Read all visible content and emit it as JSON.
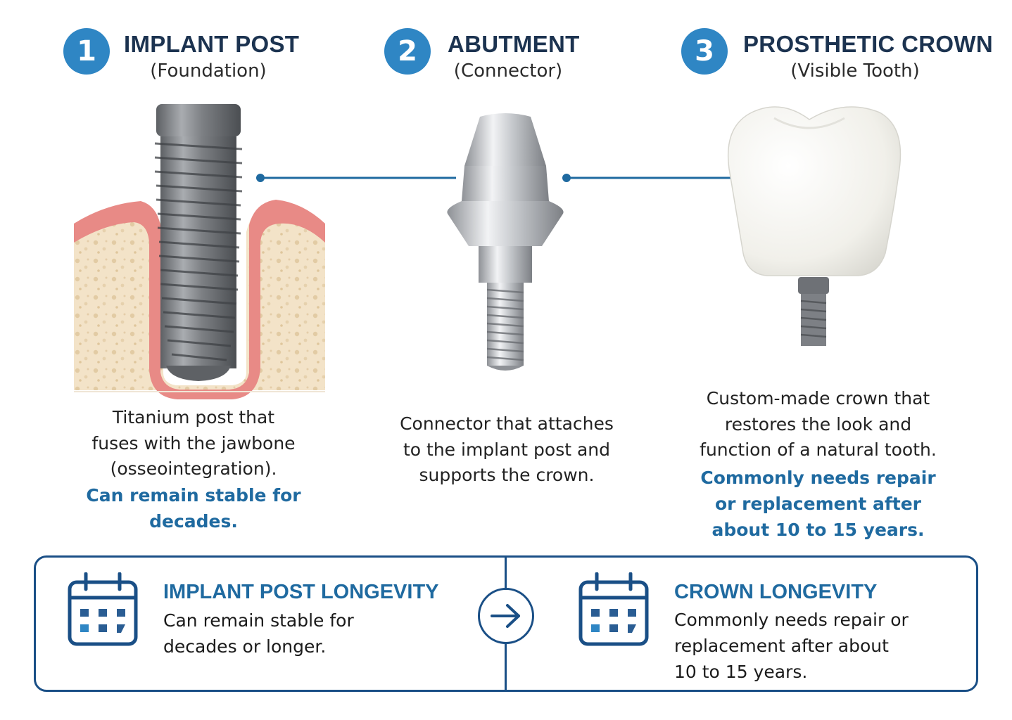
{
  "components": [
    {
      "number": "1",
      "title": "IMPLANT POST",
      "subtitle": "(Foundation)",
      "description": [
        "Titanium post that",
        "fuses with the jawbone",
        "(osseointegration)."
      ],
      "highlight": [
        "Can remain stable for",
        "decades."
      ]
    },
    {
      "number": "2",
      "title": "ABUTMENT",
      "subtitle": "(Connector)",
      "description": [
        "Connector that attaches",
        "to the implant post and",
        "supports the crown."
      ],
      "highlight": []
    },
    {
      "number": "3",
      "title": "PROSTHETIC CROWN",
      "subtitle": "(Visible Tooth)",
      "description": [
        "Custom-made crown that",
        "restores the look and",
        "function of a natural tooth."
      ],
      "highlight": [
        "Commonly needs repair",
        "or replacement after",
        "about 10 to 15 years."
      ]
    }
  ],
  "longevity": {
    "implant": {
      "title": "IMPLANT POST LONGEVITY",
      "text": [
        "Can remain stable for",
        "decades or longer."
      ],
      "icon": "calendar-icon"
    },
    "crown": {
      "title": "CROWN LONGEVITY",
      "text": [
        "Commonly needs repair or",
        "replacement after about",
        "10 to 15 years."
      ],
      "icon": "calendar-icon"
    },
    "separator_icon": "arrow-right-icon"
  },
  "colors": {
    "badge": "#2f86c4",
    "title": "#1c3350",
    "highlight": "#1f6aa0",
    "panel_border": "#1a4f86",
    "gum": "#e88a86",
    "bone": "#f3e3c8",
    "metal": "#8a8d91",
    "crown": "#f4f3ef"
  }
}
